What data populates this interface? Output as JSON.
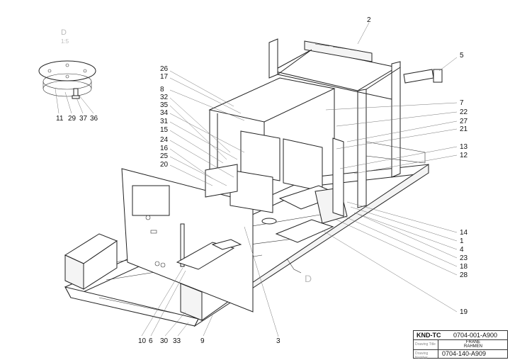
{
  "detail_view": {
    "label": "D",
    "scale": "1:5"
  },
  "callouts": {
    "c2": "2",
    "c5": "5",
    "c26": "26",
    "c17": "17",
    "c8": "8",
    "c32": "32",
    "c35": "35",
    "c34": "34",
    "c31": "31",
    "c15": "15",
    "c24": "24",
    "c16": "16",
    "c25": "25",
    "c20": "20",
    "c7": "7",
    "c22": "22",
    "c27": "27",
    "c21": "21",
    "c13": "13",
    "c12": "12",
    "c14": "14",
    "c1": "1",
    "c4": "4",
    "c23": "23",
    "c18": "18",
    "c28": "28",
    "c19": "19",
    "c3": "3",
    "c10": "10",
    "c6": "6",
    "c30": "30",
    "c33": "33",
    "c9": "9",
    "c11": "11",
    "c29": "29",
    "c37": "37",
    "c36": "36"
  },
  "section_marker": "D",
  "title_block": {
    "code": "KND-TC",
    "number": "0704-001-A900",
    "drawing_title_label": "Drawing Title",
    "title_line1": "FRANE",
    "title_line2": "RAHMEN",
    "drawing_number_label": "Drawing Number",
    "drawing_number": "0704-140-A909"
  }
}
